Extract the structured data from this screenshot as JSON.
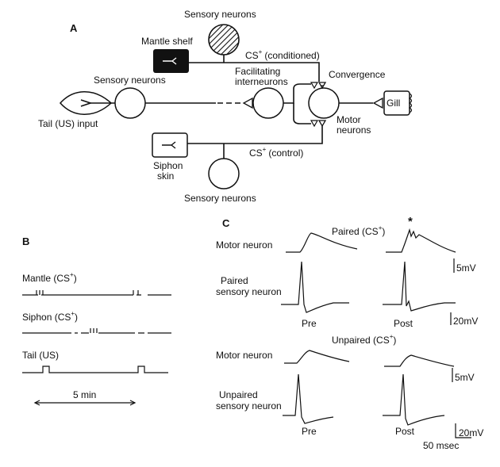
{
  "panel_a": {
    "letter": "A",
    "sensory_top": "Sensory neurons",
    "mantle_shelf": "Mantle shelf",
    "cs_conditioned_pre": "CS",
    "cs_conditioned_sup": "+",
    "cs_conditioned_post": "(conditioned)",
    "convergence": "Convergence",
    "sensory_left": "Sensory neurons",
    "facilitating_1": "Facilitating",
    "facilitating_2": "interneurons",
    "tail_input": "Tail (US) input",
    "motor_1": "Motor",
    "motor_2": "neurons",
    "gill": "Gill",
    "siphon_1": "Siphon",
    "siphon_2": "skin",
    "cs_control_pre": "CS",
    "cs_control_sup": "+",
    "cs_control_post": "(control)",
    "sensory_bottom": "Sensory neurons"
  },
  "panel_b": {
    "letter": "B",
    "mantle_pre": "Mantle (CS",
    "mantle_sup": "+",
    "mantle_post": ")",
    "siphon_pre": "Siphon (CS",
    "siphon_sup": "+",
    "siphon_post": ")",
    "tail": "Tail (US)",
    "time_scale": "5 min"
  },
  "panel_c": {
    "letter": "C",
    "paired_pre": "Paired (CS",
    "paired_sup": "+",
    "paired_post": ")",
    "star": "*",
    "motor_neuron_1": "Motor neuron",
    "paired_sensory_1": "Paired",
    "paired_sensory_2": "sensory neuron",
    "pre_1": "Pre",
    "post_1": "Post",
    "scale_5mv_1": "5mV",
    "scale_20mv_1": "20mV",
    "unpaired_pre": "Unpaired (CS",
    "unpaired_sup": "+",
    "unpaired_post": ")",
    "motor_neuron_2": "Motor neuron",
    "unpaired_sensory_1": "Unpaired",
    "unpaired_sensory_2": "sensory neuron",
    "pre_2": "Pre",
    "post_2": "Post",
    "scale_5mv_2": "5mV",
    "scale_20mv_2": "20mV",
    "time_scale": "50 msec"
  },
  "colors": {
    "ink": "#111111",
    "background": "#ffffff",
    "mantle_box": "#111111"
  }
}
